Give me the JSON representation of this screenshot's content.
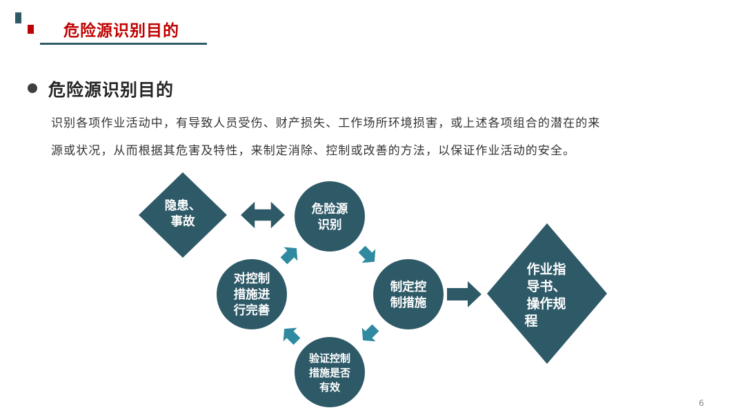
{
  "header": {
    "title": "危险源识别目的"
  },
  "section": {
    "heading": "危险源识别目的",
    "body_lines": [
      "识别各项作业活动中，有导致人员受伤、财产损失、工作场所环境损害，或上述各项组合的潜在的来",
      "源或状况，从而根据其危害及特性，来制定消除、控制或改善的方法，以保证作业活动的安全。"
    ]
  },
  "diagram": {
    "nodes": {
      "hazard": [
        "隐患、",
        "事故"
      ],
      "identify": [
        "危险源",
        "识别"
      ],
      "control": [
        "制定控",
        "制措施"
      ],
      "verify": [
        "验证控制",
        "措施是否",
        "有效"
      ],
      "improve": [
        "对控制",
        "措施进",
        "行完善"
      ],
      "output": [
        "作业指",
        "导书、",
        "操作规",
        "程"
      ]
    }
  },
  "page": {
    "number": "6"
  },
  "colors": {
    "accent_red": "#c00000",
    "node_fill": "#2e5a68",
    "arrow_teal": "#2f8aa0",
    "rule": "#2e5a68"
  }
}
